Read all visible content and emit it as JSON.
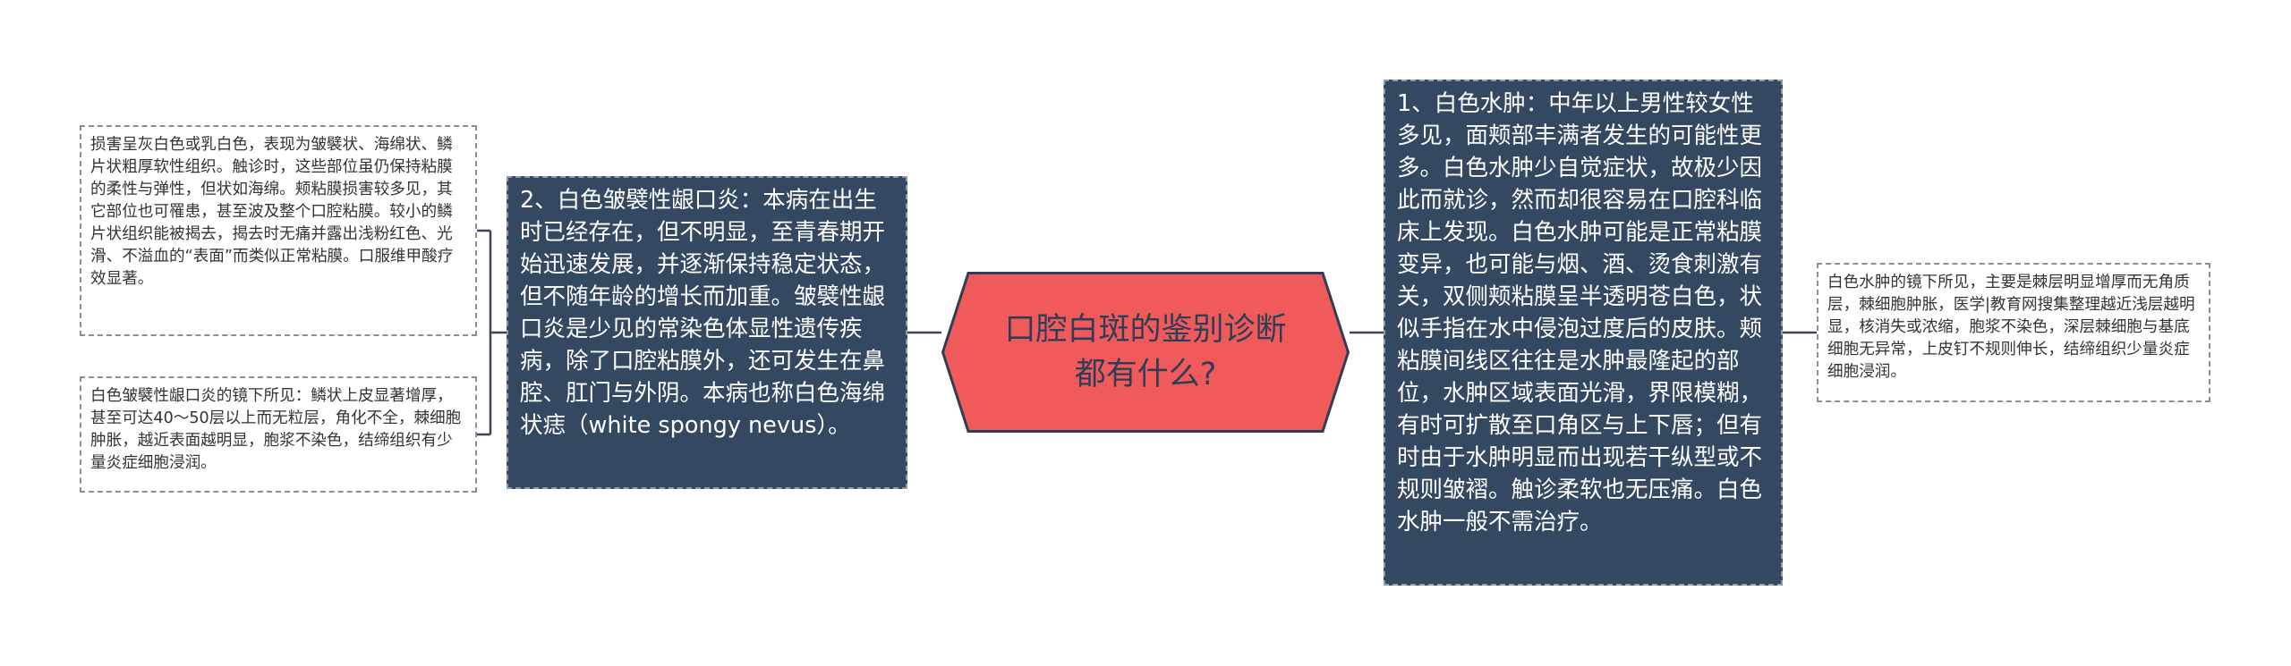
{
  "central": {
    "text": "口腔白斑的鉴别诊断都有什么?"
  },
  "left_branch": {
    "text": "2、白色皱襞性龈口炎：本病在出生时已经存在，但不明显，至青春期开始迅速发展，并逐渐保持稳定状态，但不随年龄的增长而加重。皱襞性龈口炎是少见的常染色体显性遗传疾病，除了口腔粘膜外，还可发生在鼻腔、肛门与外阴。本病也称白色海绵状痣（white spongy nevus）。",
    "leaves": [
      {
        "text": "损害呈灰白色或乳白色，表现为皱襞状、海绵状、鳞片状粗厚软性组织。触诊时，这些部位虽仍保持粘膜的柔性与弹性，但状如海绵。颊粘膜损害较多见，其它部位也可罹患，甚至波及整个口腔粘膜。较小的鳞片状组织能被揭去，揭去时无痛并露出浅粉红色、光滑、不溢血的“表面”而类似正常粘膜。口服维甲酸疗效显著。"
      },
      {
        "text": "白色皱襞性龈口炎的镜下所见：鳞状上皮显著增厚，甚至可达40～50层以上而无粒层，角化不全，棘细胞肿胀，越近表面越明显，胞浆不染色，结缔组织有少量炎症细胞浸润。"
      }
    ]
  },
  "right_branch": {
    "text": "1、白色水肿：中年以上男性较女性多见，面颊部丰满者发生的可能性更多。白色水肿少自觉症状，故极少因此而就诊，然而却很容易在口腔科临床上发现。白色水肿可能是正常粘膜变异，也可能与烟、酒、烫食刺激有关，双侧颊粘膜呈半透明苍白色，状似手指在水中侵泡过度后的皮肤。颊粘膜间线区往往是水肿最隆起的部位，水肿区域表面光滑，界限模糊，有时可扩散至口角区与上下唇；但有时由于水肿明显而出现若干纵型或不规则皱褶。触诊柔软也无压痛。白色水肿一般不需治疗。",
    "leaves": [
      {
        "text": "白色水肿的镜下所见，主要是棘层明显增厚而无角质层，棘细胞肿胀，医学|教育网搜集整理越近浅层越明显，核消失或浓缩，胞浆不染色，深层棘细胞与基底细胞无异常，上皮钉不规则伸长，结缔组织少量炎症细胞浸润。"
      }
    ]
  },
  "colors": {
    "central_fill": "#f05a5b",
    "central_border": "#2f3e56",
    "branch_fill": "#344862",
    "line": "#3a4658"
  }
}
